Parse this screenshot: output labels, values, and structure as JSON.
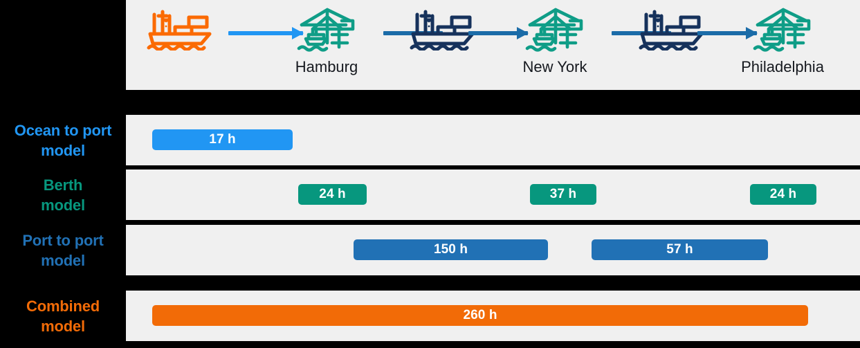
{
  "colors": {
    "background": "#000000",
    "panel": "#f0f0f0",
    "ocean_blue": "#2196f3",
    "berth_teal": "#07977e",
    "port_blue": "#2171b5",
    "combined_orange": "#f26b07",
    "arrow_blue": "#1b6ca8",
    "ship_orange": "#fb6a02",
    "ship_navy": "#16325c",
    "crane_teal": "#0f9d87",
    "city_text": "#16191f"
  },
  "route": {
    "nodes": [
      {
        "icon": "cargo-ship-icon",
        "icon_color": "#fb6a02",
        "city": ""
      },
      {
        "icon": "port-crane-icon",
        "icon_color": "#0f9d87",
        "city": "Hamburg"
      },
      {
        "icon": "cargo-ship-icon",
        "icon_color": "#16325c",
        "city": ""
      },
      {
        "icon": "port-crane-icon",
        "icon_color": "#0f9d87",
        "city": "New York"
      },
      {
        "icon": "cargo-ship-icon",
        "icon_color": "#16325c",
        "city": ""
      },
      {
        "icon": "port-crane-icon",
        "icon_color": "#0f9d87",
        "city": "Philadelphia"
      }
    ],
    "connectors": [
      {
        "name": "arrow-ship-to-hamburg",
        "type": "arrow",
        "color": "#2196f3"
      },
      {
        "name": "line-hamburg-to-ship",
        "type": "line",
        "color": "#1b6ca8"
      },
      {
        "name": "arrow-ship-to-newyork",
        "type": "arrow",
        "color": "#1b6ca8"
      },
      {
        "name": "line-newyork-to-ship",
        "type": "line",
        "color": "#1b6ca8"
      },
      {
        "name": "arrow-ship-to-philadelphia",
        "type": "arrow",
        "color": "#1b6ca8"
      }
    ]
  },
  "rows": [
    {
      "id": "ocean-to-port",
      "label_line1": "Ocean to port",
      "label_line2": "model",
      "label_color": "#2196f3",
      "bars": [
        {
          "value": "17 h",
          "color": "#2196f3"
        }
      ]
    },
    {
      "id": "berth",
      "label_line1": "Berth",
      "label_line2": "model",
      "label_color": "#07977e",
      "bars": [
        {
          "value": "24 h",
          "color": "#07977e"
        },
        {
          "value": "37 h",
          "color": "#07977e"
        },
        {
          "value": "24 h",
          "color": "#07977e"
        }
      ]
    },
    {
      "id": "port-to-port",
      "label_line1": "Port to port",
      "label_line2": "model",
      "label_color": "#2171b5",
      "bars": [
        {
          "value": "150 h",
          "color": "#2171b5"
        },
        {
          "value": "57 h",
          "color": "#2171b5"
        }
      ]
    },
    {
      "id": "combined",
      "label_line1": "Combined",
      "label_line2": "model",
      "label_color": "#f26b07",
      "bars": [
        {
          "value": "260 h",
          "color": "#f26b07"
        }
      ]
    }
  ],
  "chart_data": {
    "type": "bar",
    "title": "",
    "xlabel": "",
    "ylabel": "",
    "units": "hours",
    "categories": [
      "Ocean to port model",
      "Berth model",
      "Port to port model",
      "Combined model"
    ],
    "route_stops": [
      "Hamburg",
      "New York",
      "Philadelphia"
    ],
    "series": [
      {
        "name": "Ocean to port model",
        "values": [
          17
        ],
        "segments": [
          {
            "label": "17 h",
            "hours": 17
          }
        ]
      },
      {
        "name": "Berth model",
        "values": [
          24,
          37,
          24
        ],
        "segments": [
          {
            "label": "24 h",
            "hours": 24
          },
          {
            "label": "37 h",
            "hours": 37
          },
          {
            "label": "24 h",
            "hours": 24
          }
        ]
      },
      {
        "name": "Port to port model",
        "values": [
          150,
          57
        ],
        "segments": [
          {
            "label": "150 h",
            "hours": 150
          },
          {
            "label": "57 h",
            "hours": 57
          }
        ]
      },
      {
        "name": "Combined model",
        "values": [
          260
        ],
        "segments": [
          {
            "label": "260 h",
            "hours": 260
          }
        ]
      }
    ],
    "grid": false,
    "legend": "none"
  }
}
